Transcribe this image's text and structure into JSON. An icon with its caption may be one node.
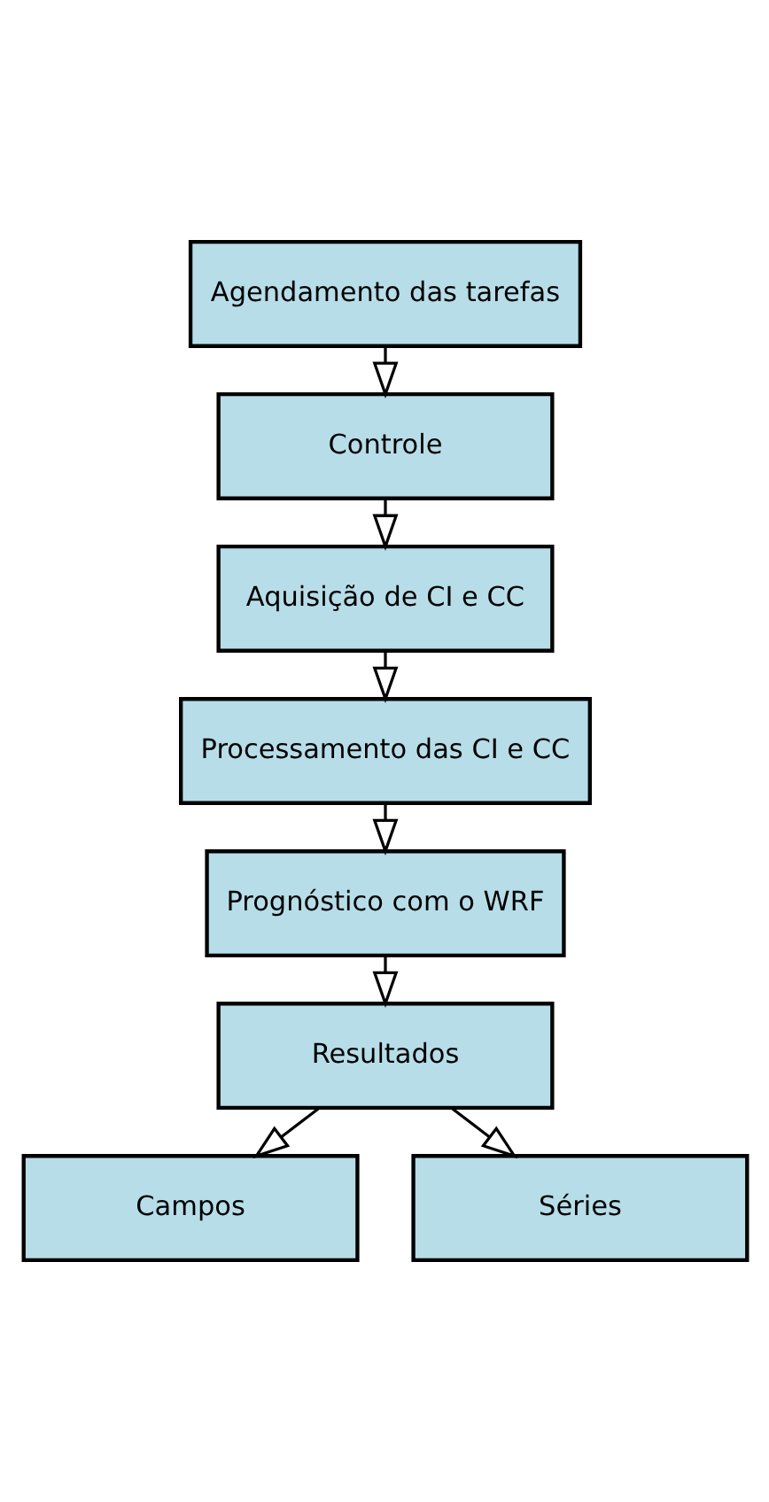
{
  "diagram": {
    "nodes": [
      {
        "text": [
          "Agendamento das tarefas"
        ]
      },
      {
        "text": [
          "Controle"
        ]
      },
      {
        "text": [
          "Aquisição de CI e CC"
        ]
      },
      {
        "text": [
          "Processamento das CI e CC"
        ]
      },
      {
        "text": [
          "Prognóstico com o WRF"
        ]
      },
      {
        "text": [
          "Resultados"
        ]
      },
      {
        "text": [
          "Campos"
        ]
      },
      {
        "text": [
          "Séries"
        ]
      }
    ],
    "edges": [
      {
        "from": 0,
        "to": 1,
        "arrow": "to"
      },
      {
        "from": 1,
        "to": 2,
        "arrow": "to"
      },
      {
        "from": 2,
        "to": 3,
        "arrow": "to"
      },
      {
        "from": 3,
        "to": 4,
        "arrow": "to"
      },
      {
        "from": 4,
        "to": 5,
        "arrow": "to"
      },
      {
        "from": 5,
        "to": 6,
        "arrow": "to"
      },
      {
        "from": 5,
        "to": 7,
        "arrow": "to"
      }
    ]
  }
}
